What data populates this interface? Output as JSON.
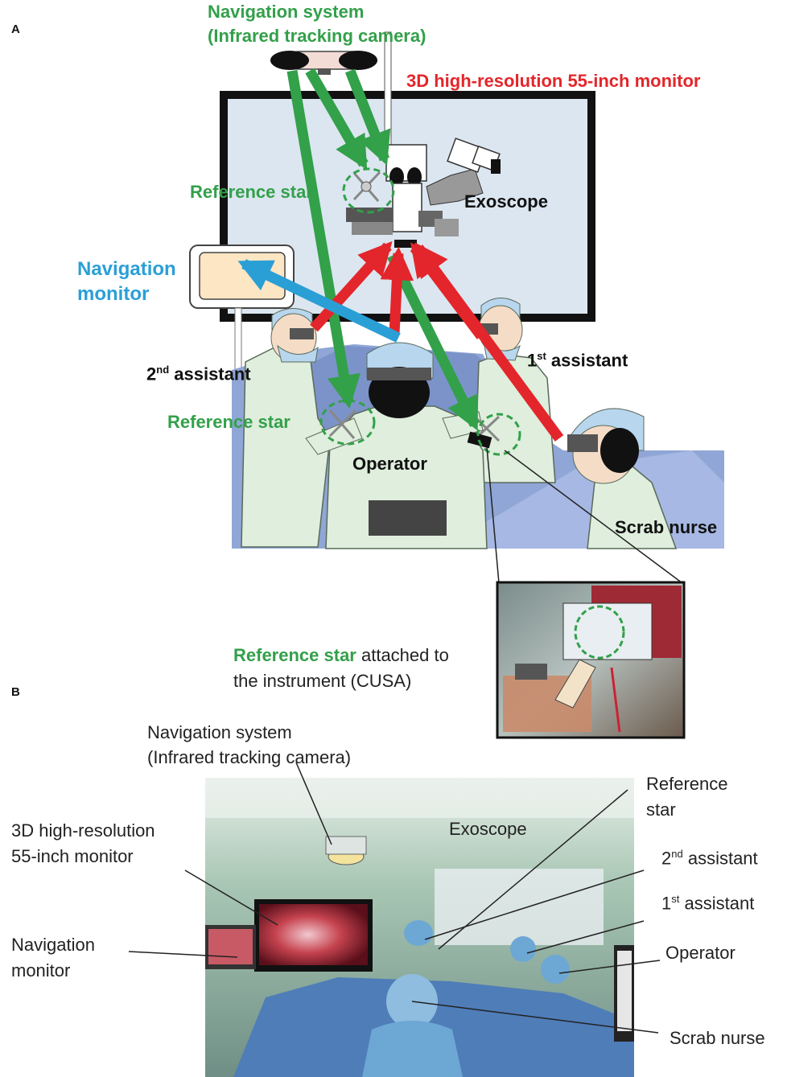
{
  "panel_a": {
    "panel_label": "A",
    "nav_system_line1": "Navigation system",
    "nav_system_line2": "(Infrared tracking camera)",
    "monitor_3d": "3D high-resolution 55-inch monitor",
    "reference_star_top": "Reference star",
    "exoscope": "Exoscope",
    "nav_monitor_line1": "Navigation",
    "nav_monitor_line2": "monitor",
    "second_assistant_num": "2",
    "second_assistant_sup": "nd",
    "second_assistant_text": " assistant",
    "first_assistant_num": "1",
    "first_assistant_sup": "st",
    "first_assistant_text": " assistant",
    "reference_star_left": "Reference star",
    "operator": "Operator",
    "scrab_nurse": "Scrab nurse",
    "inset_caption_green": "Reference star",
    "inset_caption_rest1": " attached to",
    "inset_caption_line2": "the instrument (CUSA)"
  },
  "panel_b": {
    "panel_label": "B",
    "nav_system_line1": "Navigation system",
    "nav_system_line2": "(Infrared tracking camera)",
    "monitor_line1": "3D high-resolution",
    "monitor_line2": "55-inch monitor",
    "nav_monitor_line1": "Navigation",
    "nav_monitor_line2": "monitor",
    "exoscope": "Exoscope",
    "reference_star_line1": "Reference",
    "reference_star_line2": "star",
    "second_assistant_num": "2",
    "second_assistant_sup": "nd",
    "second_assistant_text": " assistant",
    "first_assistant_num": "1",
    "first_assistant_sup": "st",
    "first_assistant_text": " assistant",
    "operator": "Operator",
    "scrab_nurse": "Scrab nurse"
  },
  "colors": {
    "green": "#33a04a",
    "red": "#e3262b",
    "blue": "#2a9fd6",
    "monitor_screen": "#dbe6f0",
    "gown": "#dfeedd",
    "drape": "#8fa6d6",
    "cap": "#b8d6ee"
  }
}
